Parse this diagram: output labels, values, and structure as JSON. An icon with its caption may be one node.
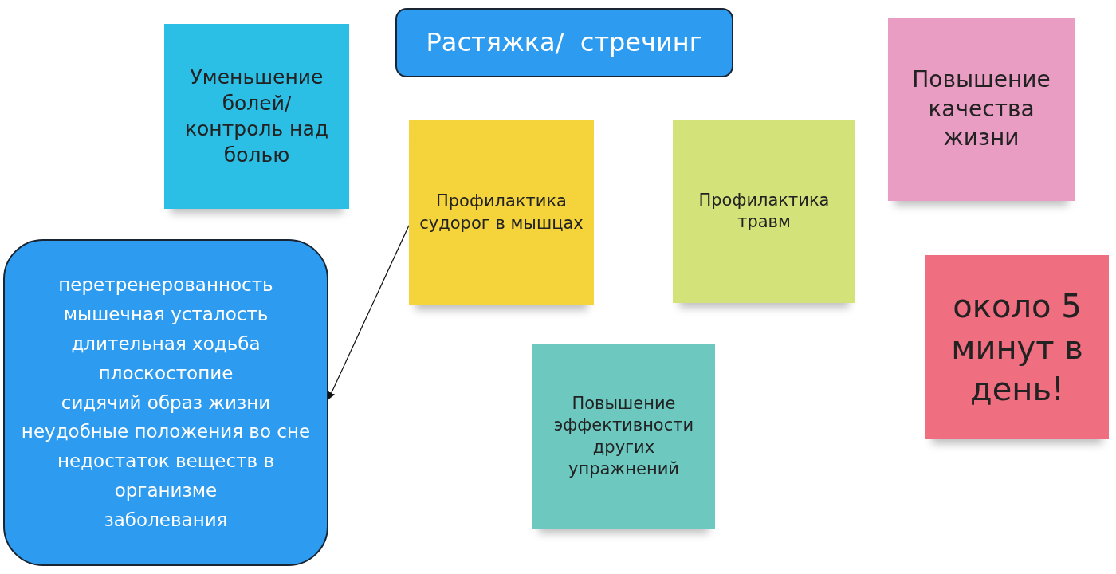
{
  "diagram": {
    "nodes": [
      {
        "text": [
          "Растяжка/  стречинг"
        ]
      },
      {
        "text": [
          "Уменьшение болей/ контроль над болью"
        ]
      },
      {
        "text": [
          "Повышение качества жизни"
        ]
      },
      {
        "text": [
          "Профилактика судорог в мышцах"
        ]
      },
      {
        "text": [
          "Профилактика травм"
        ]
      },
      {
        "text": [
          "перетренерованность",
          "мышечная усталость",
          "длительная ходьба",
          "плоскостопие",
          "сидячий образ жизни",
          "неудобные положения во сне",
          "недостаток веществ в организме",
          "заболевания"
        ]
      },
      {
        "text": [
          "около 5 минут в день!"
        ]
      },
      {
        "text": [
          "Повышение эффективности других упражнений"
        ]
      }
    ],
    "edges": [
      {
        "from": 3,
        "to": 5,
        "arrow": "to"
      }
    ]
  }
}
